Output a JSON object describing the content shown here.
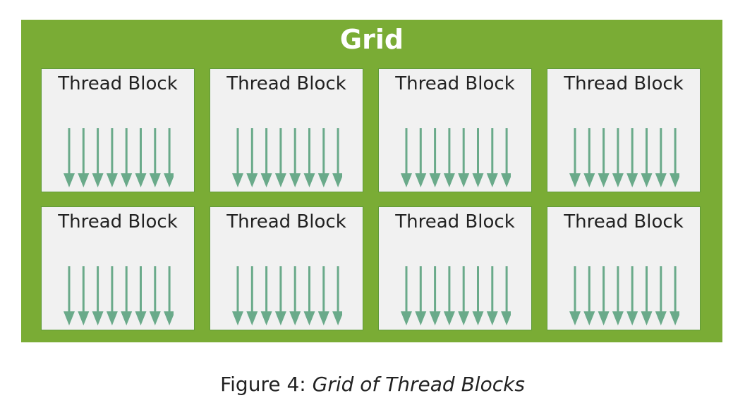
{
  "grid": {
    "title": "Grid",
    "block_label": "Thread Block",
    "rows": 2,
    "columns": 4,
    "threads_per_block": 8
  },
  "caption": {
    "prefix": "Figure 4: ",
    "title": "Grid of Thread Blocks"
  },
  "colors": {
    "grid_background": "#7aac35",
    "block_background": "#f1f1f1",
    "arrow": "#6aaa8a"
  }
}
